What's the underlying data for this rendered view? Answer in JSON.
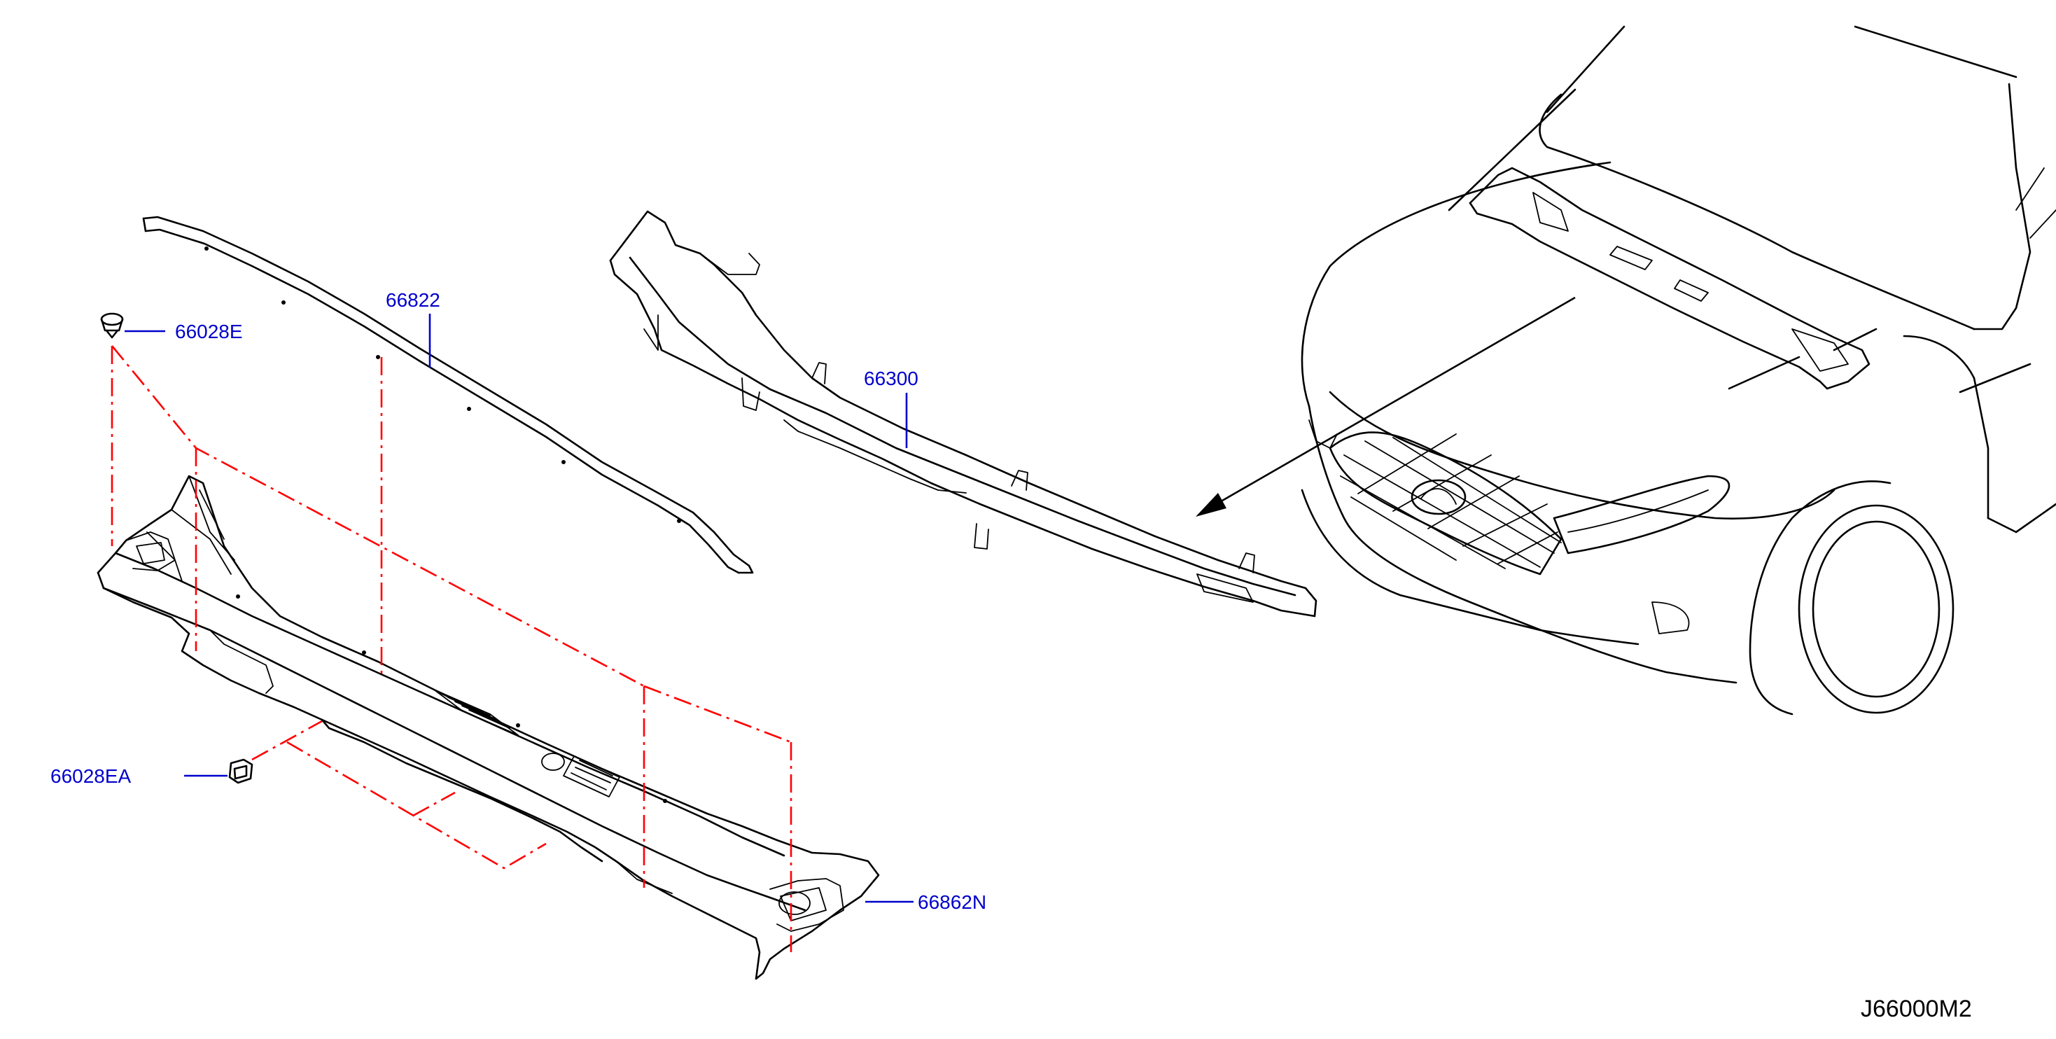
{
  "diagram_code": "J66000M2",
  "colors": {
    "label": "#0000cc",
    "line": "#000000",
    "dashed": "#ff0000"
  },
  "parts": [
    {
      "id": "66822"
    },
    {
      "id": "66028E"
    },
    {
      "id": "66300"
    },
    {
      "id": "66028EA"
    },
    {
      "id": "66862N"
    }
  ]
}
